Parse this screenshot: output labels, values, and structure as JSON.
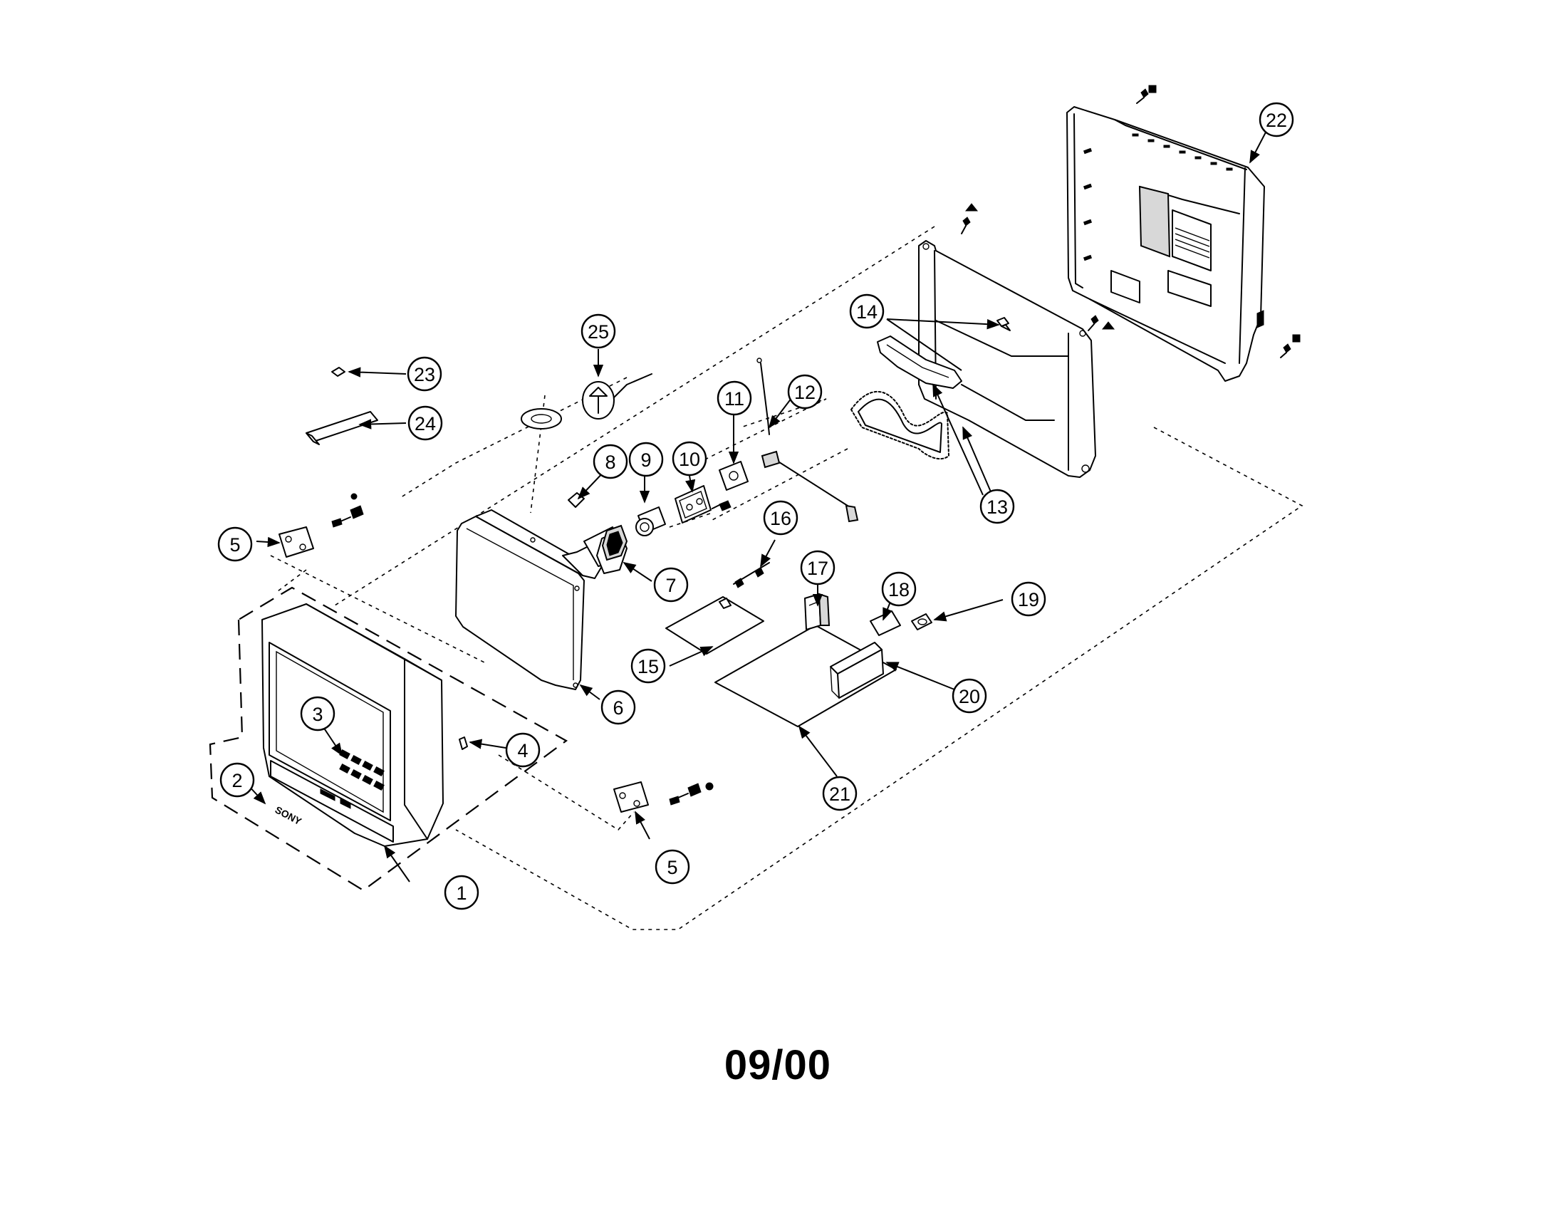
{
  "document": {
    "code": "09/00",
    "brand_mark": "SONY"
  },
  "callouts": [
    "1",
    "2",
    "3",
    "4",
    "5",
    "5",
    "6",
    "7",
    "8",
    "9",
    "10",
    "11",
    "12",
    "13",
    "14",
    "15",
    "16",
    "17",
    "18",
    "19",
    "20",
    "21",
    "22",
    "23",
    "24",
    "25"
  ]
}
